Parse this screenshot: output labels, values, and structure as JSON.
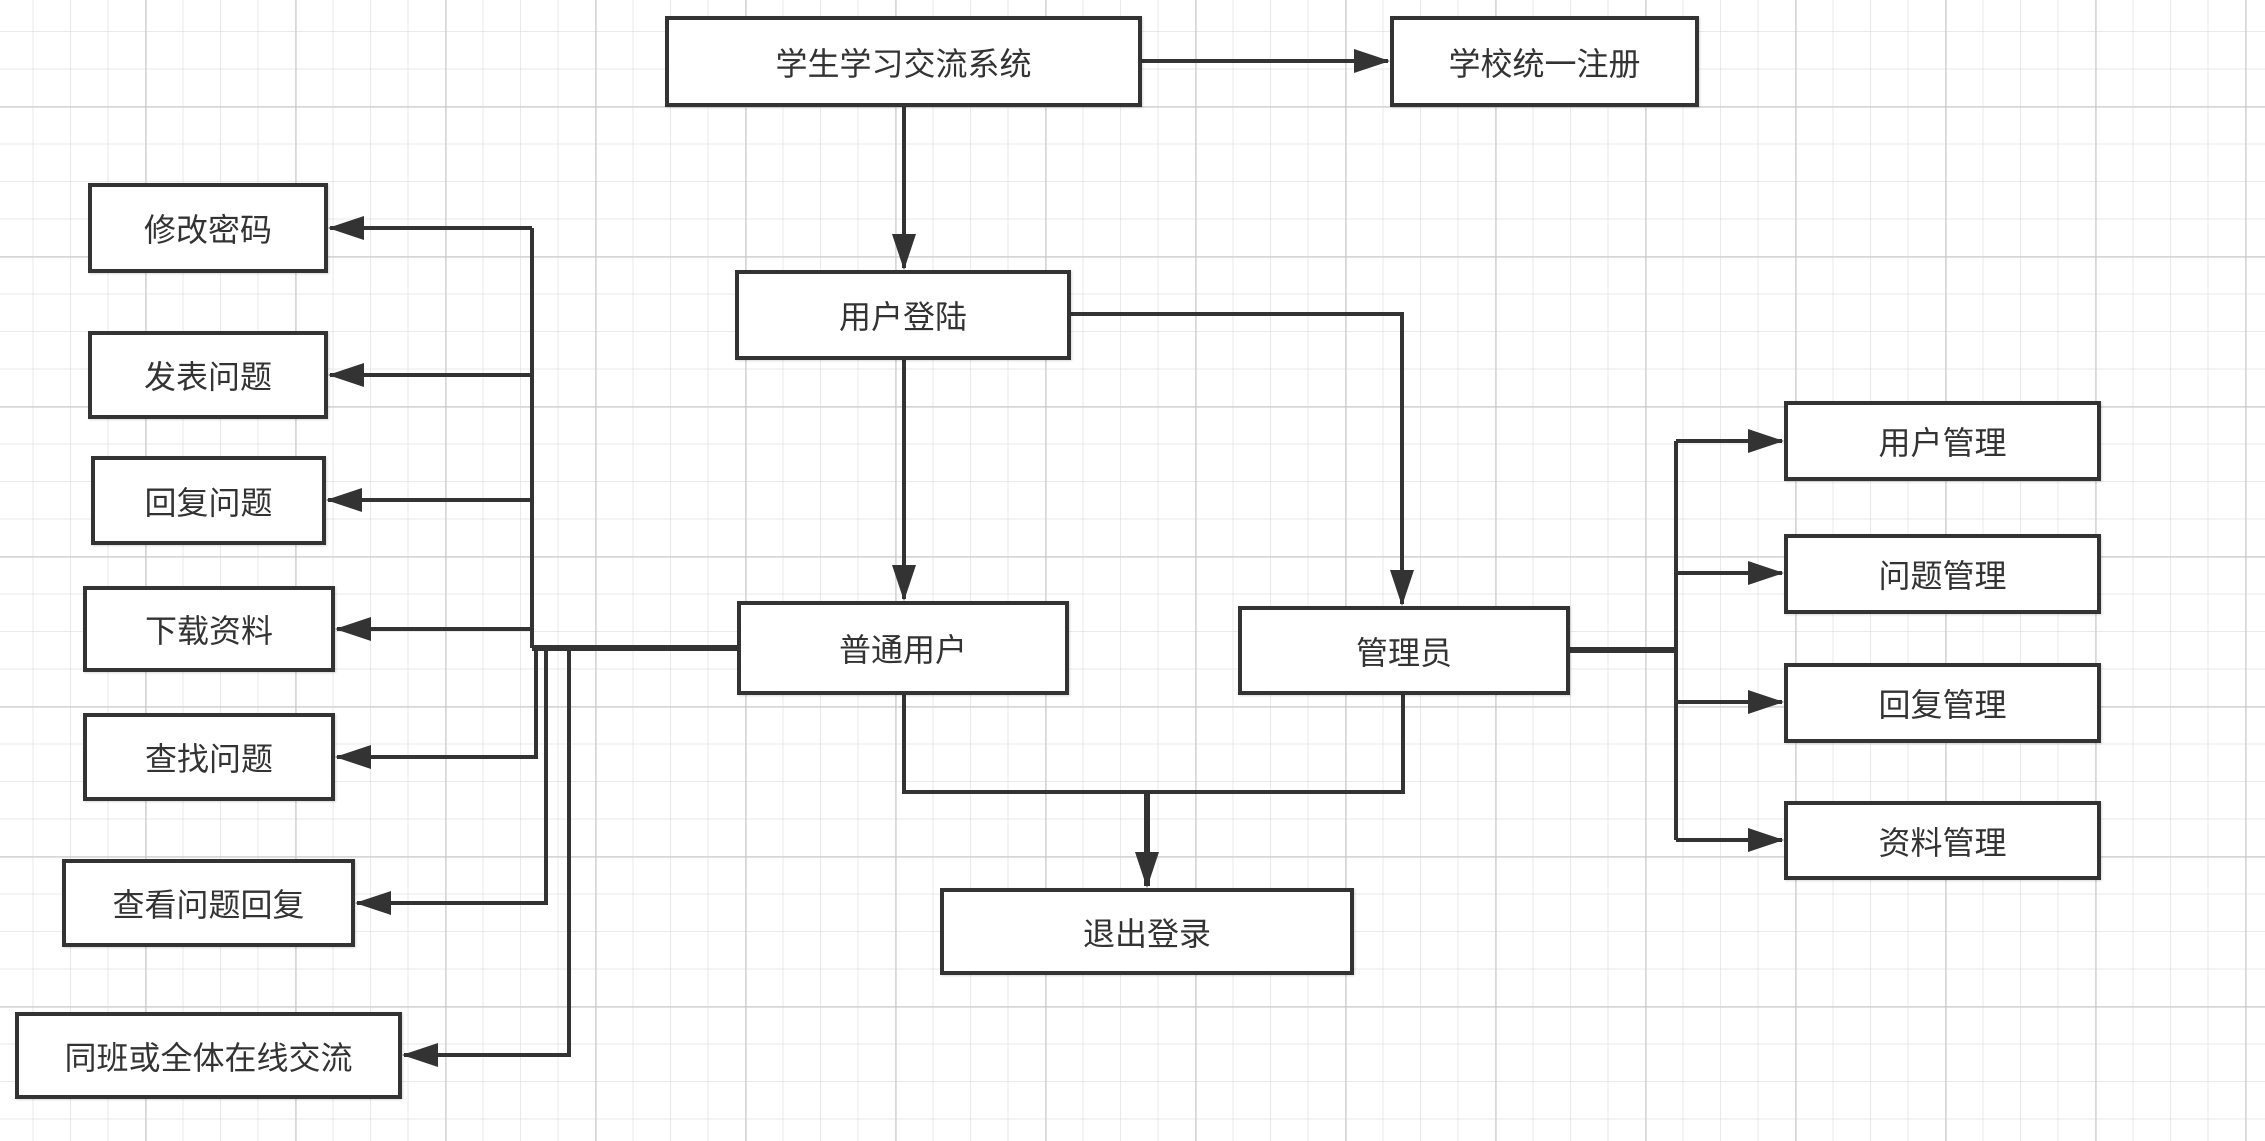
{
  "diagram": {
    "type": "flowchart",
    "colors": {
      "stroke": "#333333",
      "fill": "#ffffff",
      "text": "#333333",
      "grid": "#d8d8d8"
    },
    "nodes": {
      "system": "学生学习交流系统",
      "register": "学校统一注册",
      "login": "用户登陆",
      "normal_user": "普通用户",
      "admin": "管理员",
      "logout": "退出登录",
      "change_password": "修改密码",
      "post_question": "发表问题",
      "reply_question": "回复问题",
      "download_material": "下载资料",
      "search_question": "查找问题",
      "view_replies": "查看问题回复",
      "online_chat": "同班或全体在线交流",
      "user_mgmt": "用户管理",
      "question_mgmt": "问题管理",
      "reply_mgmt": "回复管理",
      "material_mgmt": "资料管理"
    },
    "edges": [
      {
        "from": "system",
        "to": "register"
      },
      {
        "from": "system",
        "to": "login"
      },
      {
        "from": "login",
        "to": "normal_user"
      },
      {
        "from": "login",
        "to": "admin"
      },
      {
        "from": "normal_user",
        "to": "change_password"
      },
      {
        "from": "normal_user",
        "to": "post_question"
      },
      {
        "from": "normal_user",
        "to": "reply_question"
      },
      {
        "from": "normal_user",
        "to": "download_material"
      },
      {
        "from": "normal_user",
        "to": "search_question"
      },
      {
        "from": "normal_user",
        "to": "view_replies"
      },
      {
        "from": "normal_user",
        "to": "online_chat"
      },
      {
        "from": "admin",
        "to": "user_mgmt"
      },
      {
        "from": "admin",
        "to": "question_mgmt"
      },
      {
        "from": "admin",
        "to": "reply_mgmt"
      },
      {
        "from": "admin",
        "to": "material_mgmt"
      },
      {
        "from": "normal_user",
        "to": "logout"
      },
      {
        "from": "admin",
        "to": "logout"
      }
    ]
  }
}
